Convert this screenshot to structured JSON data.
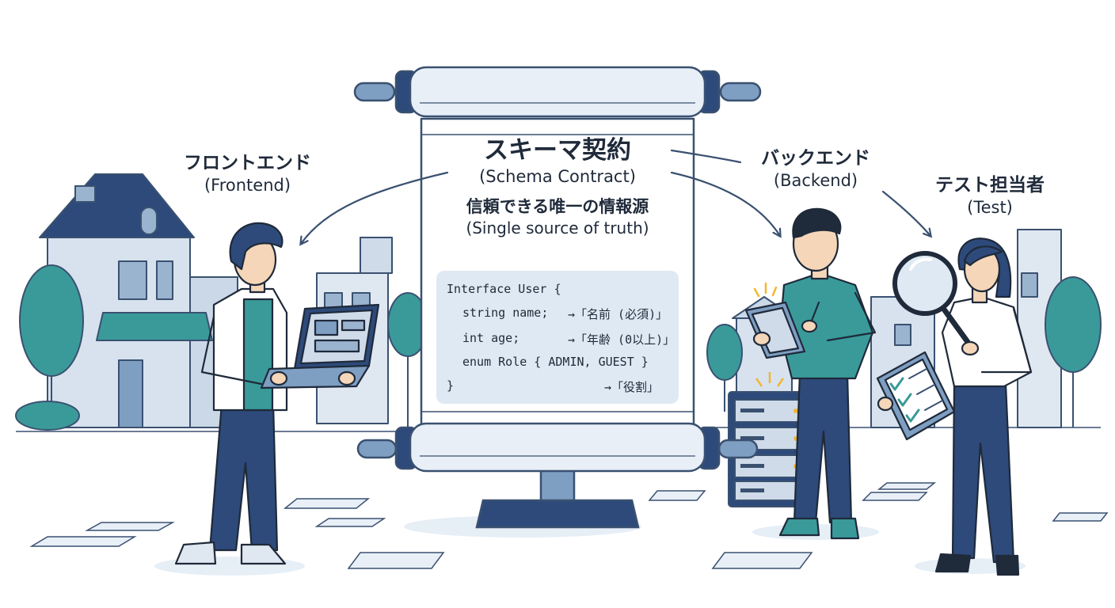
{
  "scroll": {
    "title_jp": "スキーマ契約",
    "title_en": "(Schema Contract)",
    "subtitle_jp": "信頼できる唯一の情報源",
    "subtitle_en": "(Single source of truth)"
  },
  "code": {
    "line1": "Interface User {",
    "line2a": "string name;",
    "line2b": "→「名前 (必須)」",
    "line3a": "int age;",
    "line3b": "→「年齢 (0以上)」",
    "line4": "enum Role { ADMIN, GUEST }",
    "line5a": "}",
    "line5b": "→「役割」"
  },
  "roles": {
    "frontend_jp": "フロントエンド",
    "frontend_en": "(Frontend)",
    "backend_jp": "バックエンド",
    "backend_en": "(Backend)",
    "test_jp": "テスト担当者",
    "test_en": "(Test)"
  },
  "colors": {
    "navy": "#2d4a7a",
    "teal": "#3a9a9a",
    "light_blue": "#dfe9f3",
    "outline": "#1f2a3a"
  }
}
